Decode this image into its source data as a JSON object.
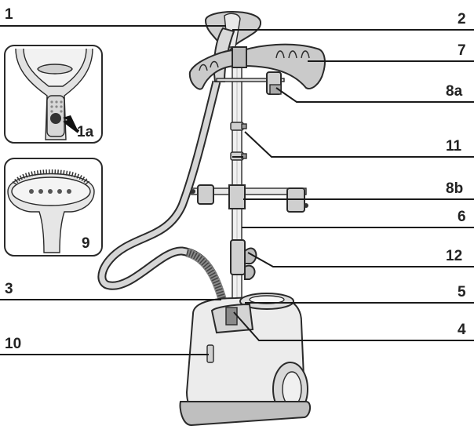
{
  "callouts": {
    "c1": "1",
    "c2": "2",
    "c7": "7",
    "c8a": "8a",
    "c11": "11",
    "c8b": "8b",
    "c6": "6",
    "c12": "12",
    "c3": "3",
    "c5": "5",
    "c4": "4",
    "c10": "10"
  },
  "insets": {
    "top_label": "1a",
    "bottom_label": "9"
  },
  "colors": {
    "line": "#1a1a1a",
    "body_light": "#ececec",
    "body_mid": "#cfcfcf",
    "accent_gray": "#a9a9a9",
    "dark": "#6a6a6a"
  }
}
